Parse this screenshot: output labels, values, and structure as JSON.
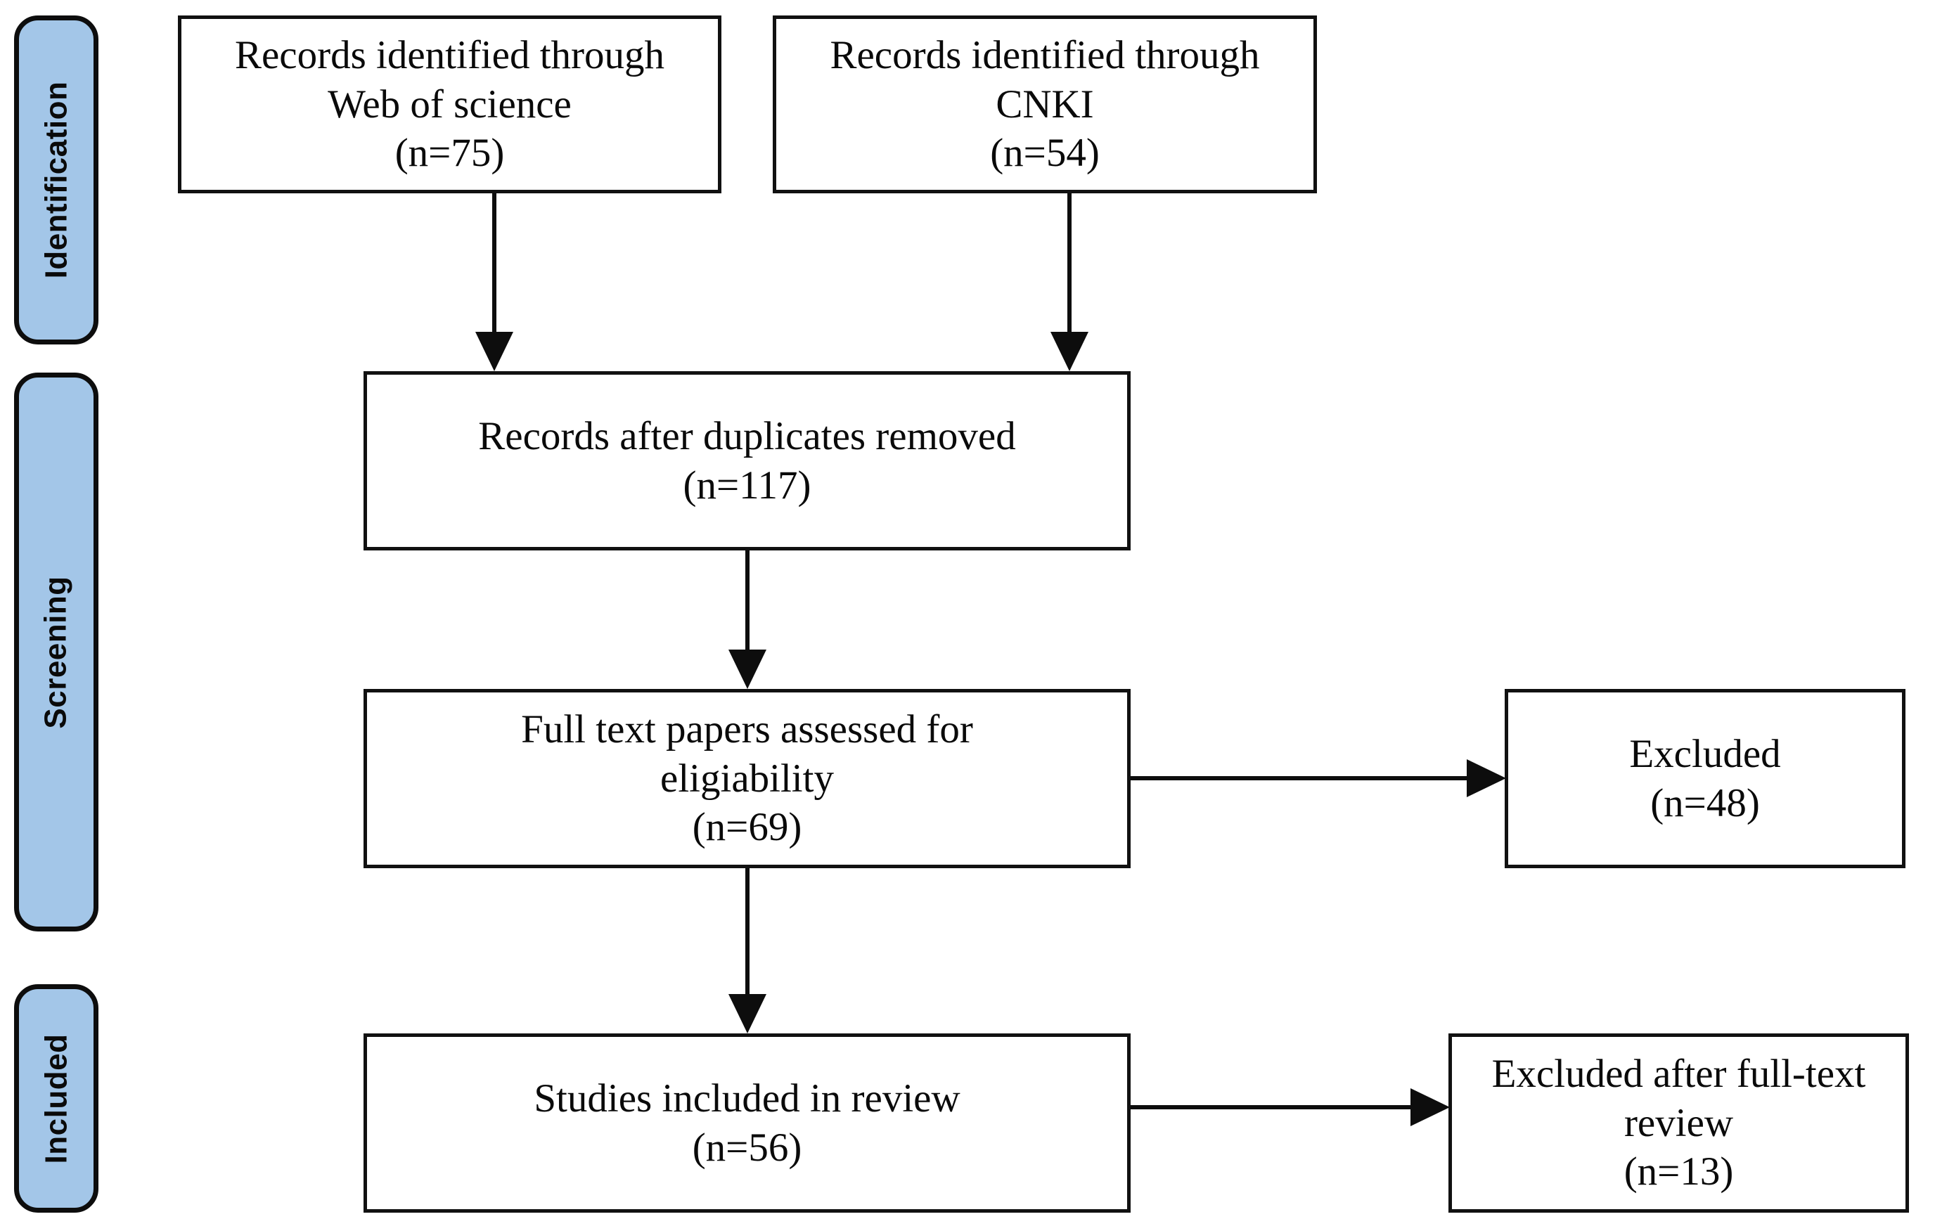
{
  "diagram": {
    "type": "prisma-flow-diagram",
    "accent_color": "#a3c6e8",
    "line_color": "#0d0d0d",
    "box_border_color": "#111111",
    "background_color": "#ffffff"
  },
  "stages": [
    {
      "id": "identification",
      "label": "Identification"
    },
    {
      "id": "screening",
      "label": "Screening"
    },
    {
      "id": "included",
      "label": "Included"
    }
  ],
  "boxes": {
    "wos": {
      "line1": "Records identified through",
      "line2": "Web of science",
      "count": "(n=75)"
    },
    "cnki": {
      "line1": "Records identified through",
      "line2": "CNKI",
      "count": "(n=54)"
    },
    "duplicates_removed": {
      "line1": "Records after duplicates removed",
      "count": "(n=117)"
    },
    "eligibility": {
      "line1": "Full text papers assessed for",
      "line2": "eligiability",
      "count": "(n=69)"
    },
    "excluded": {
      "line1": "Excluded",
      "count": "(n=48)"
    },
    "included_review": {
      "line1": "Studies included in review",
      "count": "(n=56)"
    },
    "excluded_fulltext": {
      "line1": "Excluded after full-text",
      "line2": "review",
      "count": "(n=13)"
    }
  },
  "counts": {
    "web_of_science": 75,
    "cnki": 54,
    "after_duplicates": 117,
    "full_text_assessed": 69,
    "excluded_screening": 48,
    "included_in_review": 56,
    "excluded_after_full_text": 13
  }
}
